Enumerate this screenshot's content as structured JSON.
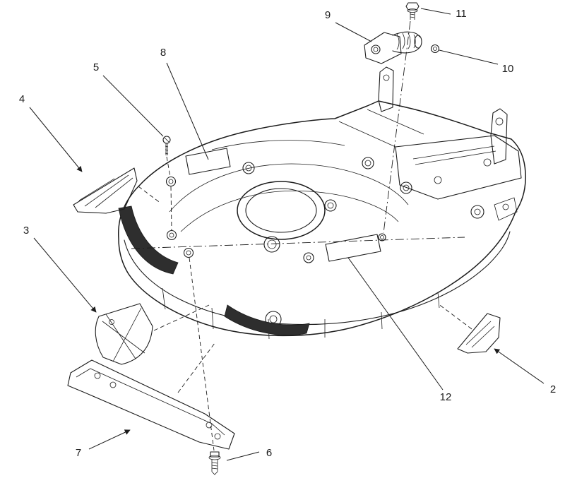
{
  "diagram": {
    "callouts": [
      {
        "id": 2,
        "label": "2"
      },
      {
        "id": 3,
        "label": "3"
      },
      {
        "id": 4,
        "label": "4"
      },
      {
        "id": 5,
        "label": "5"
      },
      {
        "id": 6,
        "label": "6"
      },
      {
        "id": 7,
        "label": "7"
      },
      {
        "id": 8,
        "label": "8"
      },
      {
        "id": 9,
        "label": "9"
      },
      {
        "id": 10,
        "label": "10"
      },
      {
        "id": 11,
        "label": "11"
      },
      {
        "id": 12,
        "label": "12"
      }
    ]
  },
  "colors": {
    "line": "#1c1c1c",
    "background": "#ffffff"
  }
}
